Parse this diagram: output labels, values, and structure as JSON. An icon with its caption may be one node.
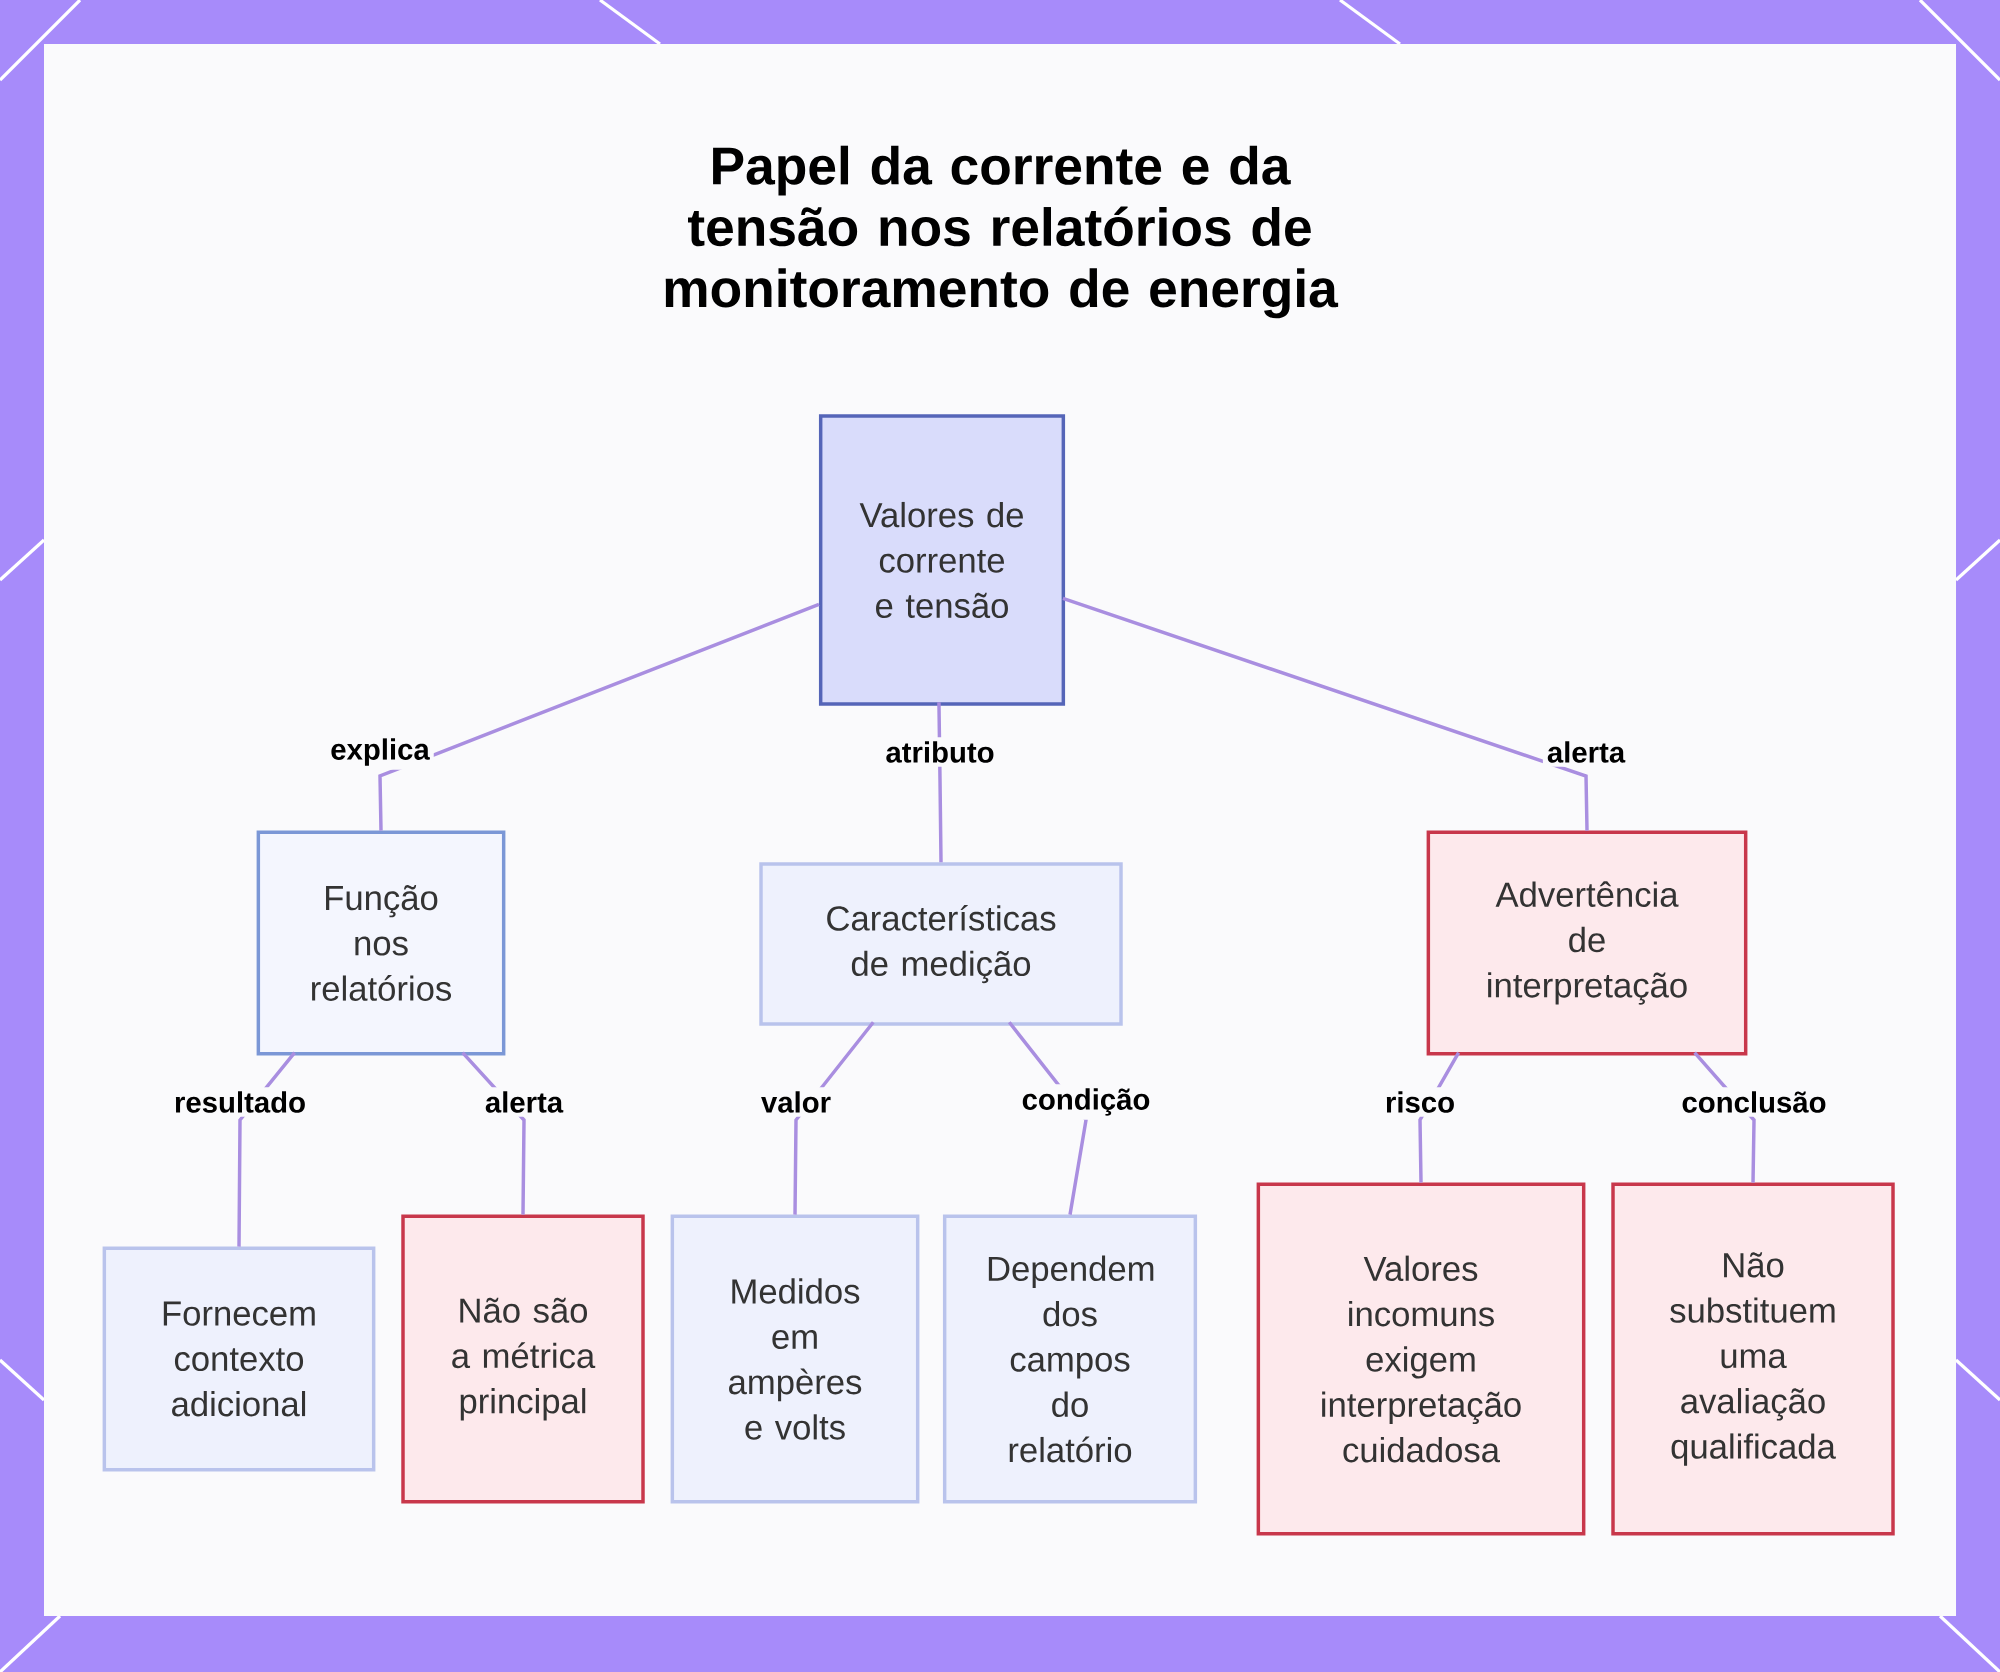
{
  "diagram": {
    "title": "Papel da corrente e da tensão nos relatórios de monitoramento de energia",
    "nodes": [
      {
        "text": [
          "Valores de corrente e tensão"
        ]
      },
      {
        "text": [
          "Função nos relatórios"
        ]
      },
      {
        "text": [
          "Características de medição"
        ]
      },
      {
        "text": [
          "Advertência de interpretação"
        ]
      },
      {
        "text": [
          "Fornecem contexto adicional"
        ]
      },
      {
        "text": [
          "Não são a métrica principal"
        ]
      },
      {
        "text": [
          "Medidos em ampères e volts"
        ]
      },
      {
        "text": [
          "Dependem dos campos do relatório"
        ]
      },
      {
        "text": [
          "Valores incomuns exigem interpretação cuidadosa"
        ]
      },
      {
        "text": [
          "Não substituem uma avaliação qualificada"
        ]
      }
    ],
    "edges": [
      {
        "from": 0,
        "to": 1,
        "arrow": "none",
        "label": "explica"
      },
      {
        "from": 0,
        "to": 2,
        "arrow": "none",
        "label": "atributo"
      },
      {
        "from": 0,
        "to": 3,
        "arrow": "none",
        "label": "alerta"
      },
      {
        "from": 1,
        "to": 4,
        "arrow": "none",
        "label": "resultado"
      },
      {
        "from": 1,
        "to": 5,
        "arrow": "none",
        "label": "alerta"
      },
      {
        "from": 2,
        "to": 6,
        "arrow": "none",
        "label": "valor"
      },
      {
        "from": 2,
        "to": 7,
        "arrow": "none",
        "label": "condição"
      },
      {
        "from": 3,
        "to": 8,
        "arrow": "none",
        "label": "risco"
      },
      {
        "from": 3,
        "to": 9,
        "arrow": "none",
        "label": "conclusão"
      }
    ]
  }
}
